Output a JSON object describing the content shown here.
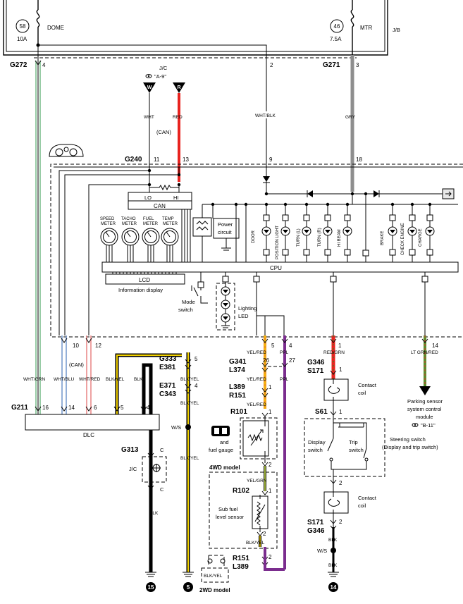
{
  "junction_block": {
    "label": "J/B",
    "fuse_dome": {
      "number": "58",
      "amps": "10A",
      "name": "DOME"
    },
    "fuse_mtr": {
      "number": "46",
      "amps": "7.5A",
      "name": "MTR"
    }
  },
  "connectors": {
    "g272": {
      "name": "G272",
      "pin": "4"
    },
    "g272_pin2": "2",
    "g271": {
      "name": "G271",
      "pin": "3"
    },
    "g240": {
      "name": "G240",
      "pin11": "11",
      "pin13": "13",
      "pin9": "9",
      "pin18": "18"
    },
    "g211": {
      "name": "G211",
      "pins": [
        "16",
        "14",
        "6",
        "5",
        "4"
      ]
    },
    "g333": {
      "name": "G333",
      "pin": "5"
    },
    "e381": {
      "name": "E381"
    },
    "e371": {
      "name": "E371",
      "pin": "4"
    },
    "c343": {
      "name": "C343"
    },
    "g313": {
      "name": "G313",
      "pin_top": "C",
      "pin_bottom": "C",
      "jc_label": "J/C"
    },
    "g341": {
      "name": "G341",
      "pin": "26"
    },
    "l374": {
      "name": "L374",
      "pin": "27"
    },
    "l389_top": {
      "name": "L389",
      "pin": "1"
    },
    "r151_top": {
      "name": "R151",
      "pin": "1"
    },
    "r101": {
      "name": "R101",
      "pin1": "1",
      "pin2": "2"
    },
    "r102": {
      "name": "R102",
      "pin1": "1",
      "pin2": "2"
    },
    "r151_bottom": {
      "name": "R151",
      "pin": "2"
    },
    "l389_bottom": {
      "name": "L389"
    },
    "g346_top": {
      "name": "G346",
      "pin": "1"
    },
    "s171_top": {
      "name": "S171",
      "pin": "1"
    },
    "s61": {
      "name": "S61",
      "pin1": "1",
      "pin2": "2"
    },
    "s171_bottom": {
      "name": "S171",
      "pin": "2"
    },
    "g346_bottom": {
      "name": "G346"
    },
    "meter_pins": {
      "p10": "10",
      "p12": "12",
      "p5": "5",
      "p4": "4",
      "p1": "1",
      "p14": "14"
    }
  },
  "jc_ref": {
    "label": "J/C",
    "ref": "\"A-9\"",
    "w_letter": "W",
    "r_letter": "R"
  },
  "wires": {
    "wht": "WHT",
    "red": "RED",
    "can": "(CAN)",
    "wht_blk": "WHT/BLK",
    "gry": "GRY",
    "wht_grn": "WHT/GRN",
    "wht_blu": "WHT/BLU",
    "wht_red": "WHT/RED",
    "blk_yel": "BLK/YEL",
    "blk": "BLK",
    "yel_red": "YEL/RED",
    "ppl": "PPL",
    "red_grn": "RED/GRN",
    "lt_grn_red": "LT GRN/RED",
    "yel_grn": "YEL/GRN",
    "can2": "(CAN)",
    "ws": "W/S"
  },
  "meter": {
    "can_block": {
      "title": "CAN",
      "lo": "LO",
      "hi": "HI"
    },
    "gauges": [
      "SPEED\nMETER",
      "TACHO\nMETER",
      "FUEL\nMETER",
      "TEMP\nMETER"
    ],
    "gauge_lines": [
      [
        "SPEED",
        "METER"
      ],
      [
        "TACHO",
        "METER"
      ],
      [
        "FUEL",
        "METER"
      ],
      [
        "TEMP",
        "METER"
      ]
    ],
    "power_circuit": [
      "Power",
      "circuit"
    ],
    "cpu": "CPU",
    "lcd": "LCD",
    "info_display": "Information display",
    "mode_switch": [
      "Mode",
      "switch"
    ],
    "lighting_led": [
      "Lighting",
      "LED"
    ],
    "indicators": [
      "DOOR",
      "POSITION LIGHT",
      "TURN (L)",
      "TURN (R)",
      "HI BEAM",
      "BRAKE",
      "CHECK ENGINE",
      "CHARGE"
    ]
  },
  "dlc": "DLC",
  "fuel_gauge_label": [
    "and",
    "fuel gauge"
  ],
  "wd4_label": "4WD model",
  "wd2_label": "2WD model",
  "sub_fuel_sensor": [
    "Sub fuel",
    "level sensor"
  ],
  "contact_coil": [
    "Contact",
    "coil"
  ],
  "contact_coil_2": [
    "Contact",
    "coil"
  ],
  "steering": {
    "display_switch": [
      "Display",
      "switch"
    ],
    "trip_switch": [
      "Trip",
      "switch"
    ],
    "title": [
      "Steering switch",
      "(Display and trip switch)"
    ]
  },
  "parking": {
    "lines": [
      "Parking sensor",
      "system control",
      "module"
    ],
    "ref": "\"B-11\""
  },
  "grounds": {
    "g15": "15",
    "g5": "5",
    "g14": "14"
  },
  "colors": {
    "wht_grn": "#7fbf8f",
    "wht_blu": "#7a9ccf",
    "wht_red": "#e98b8b",
    "red": "#e8231f",
    "gry": "#8e8e8e",
    "yellow": "#f2d100",
    "orange": "#f29a1b",
    "purple": "#7b2d8e",
    "green": "#5a8f2c",
    "black": "#000000"
  }
}
